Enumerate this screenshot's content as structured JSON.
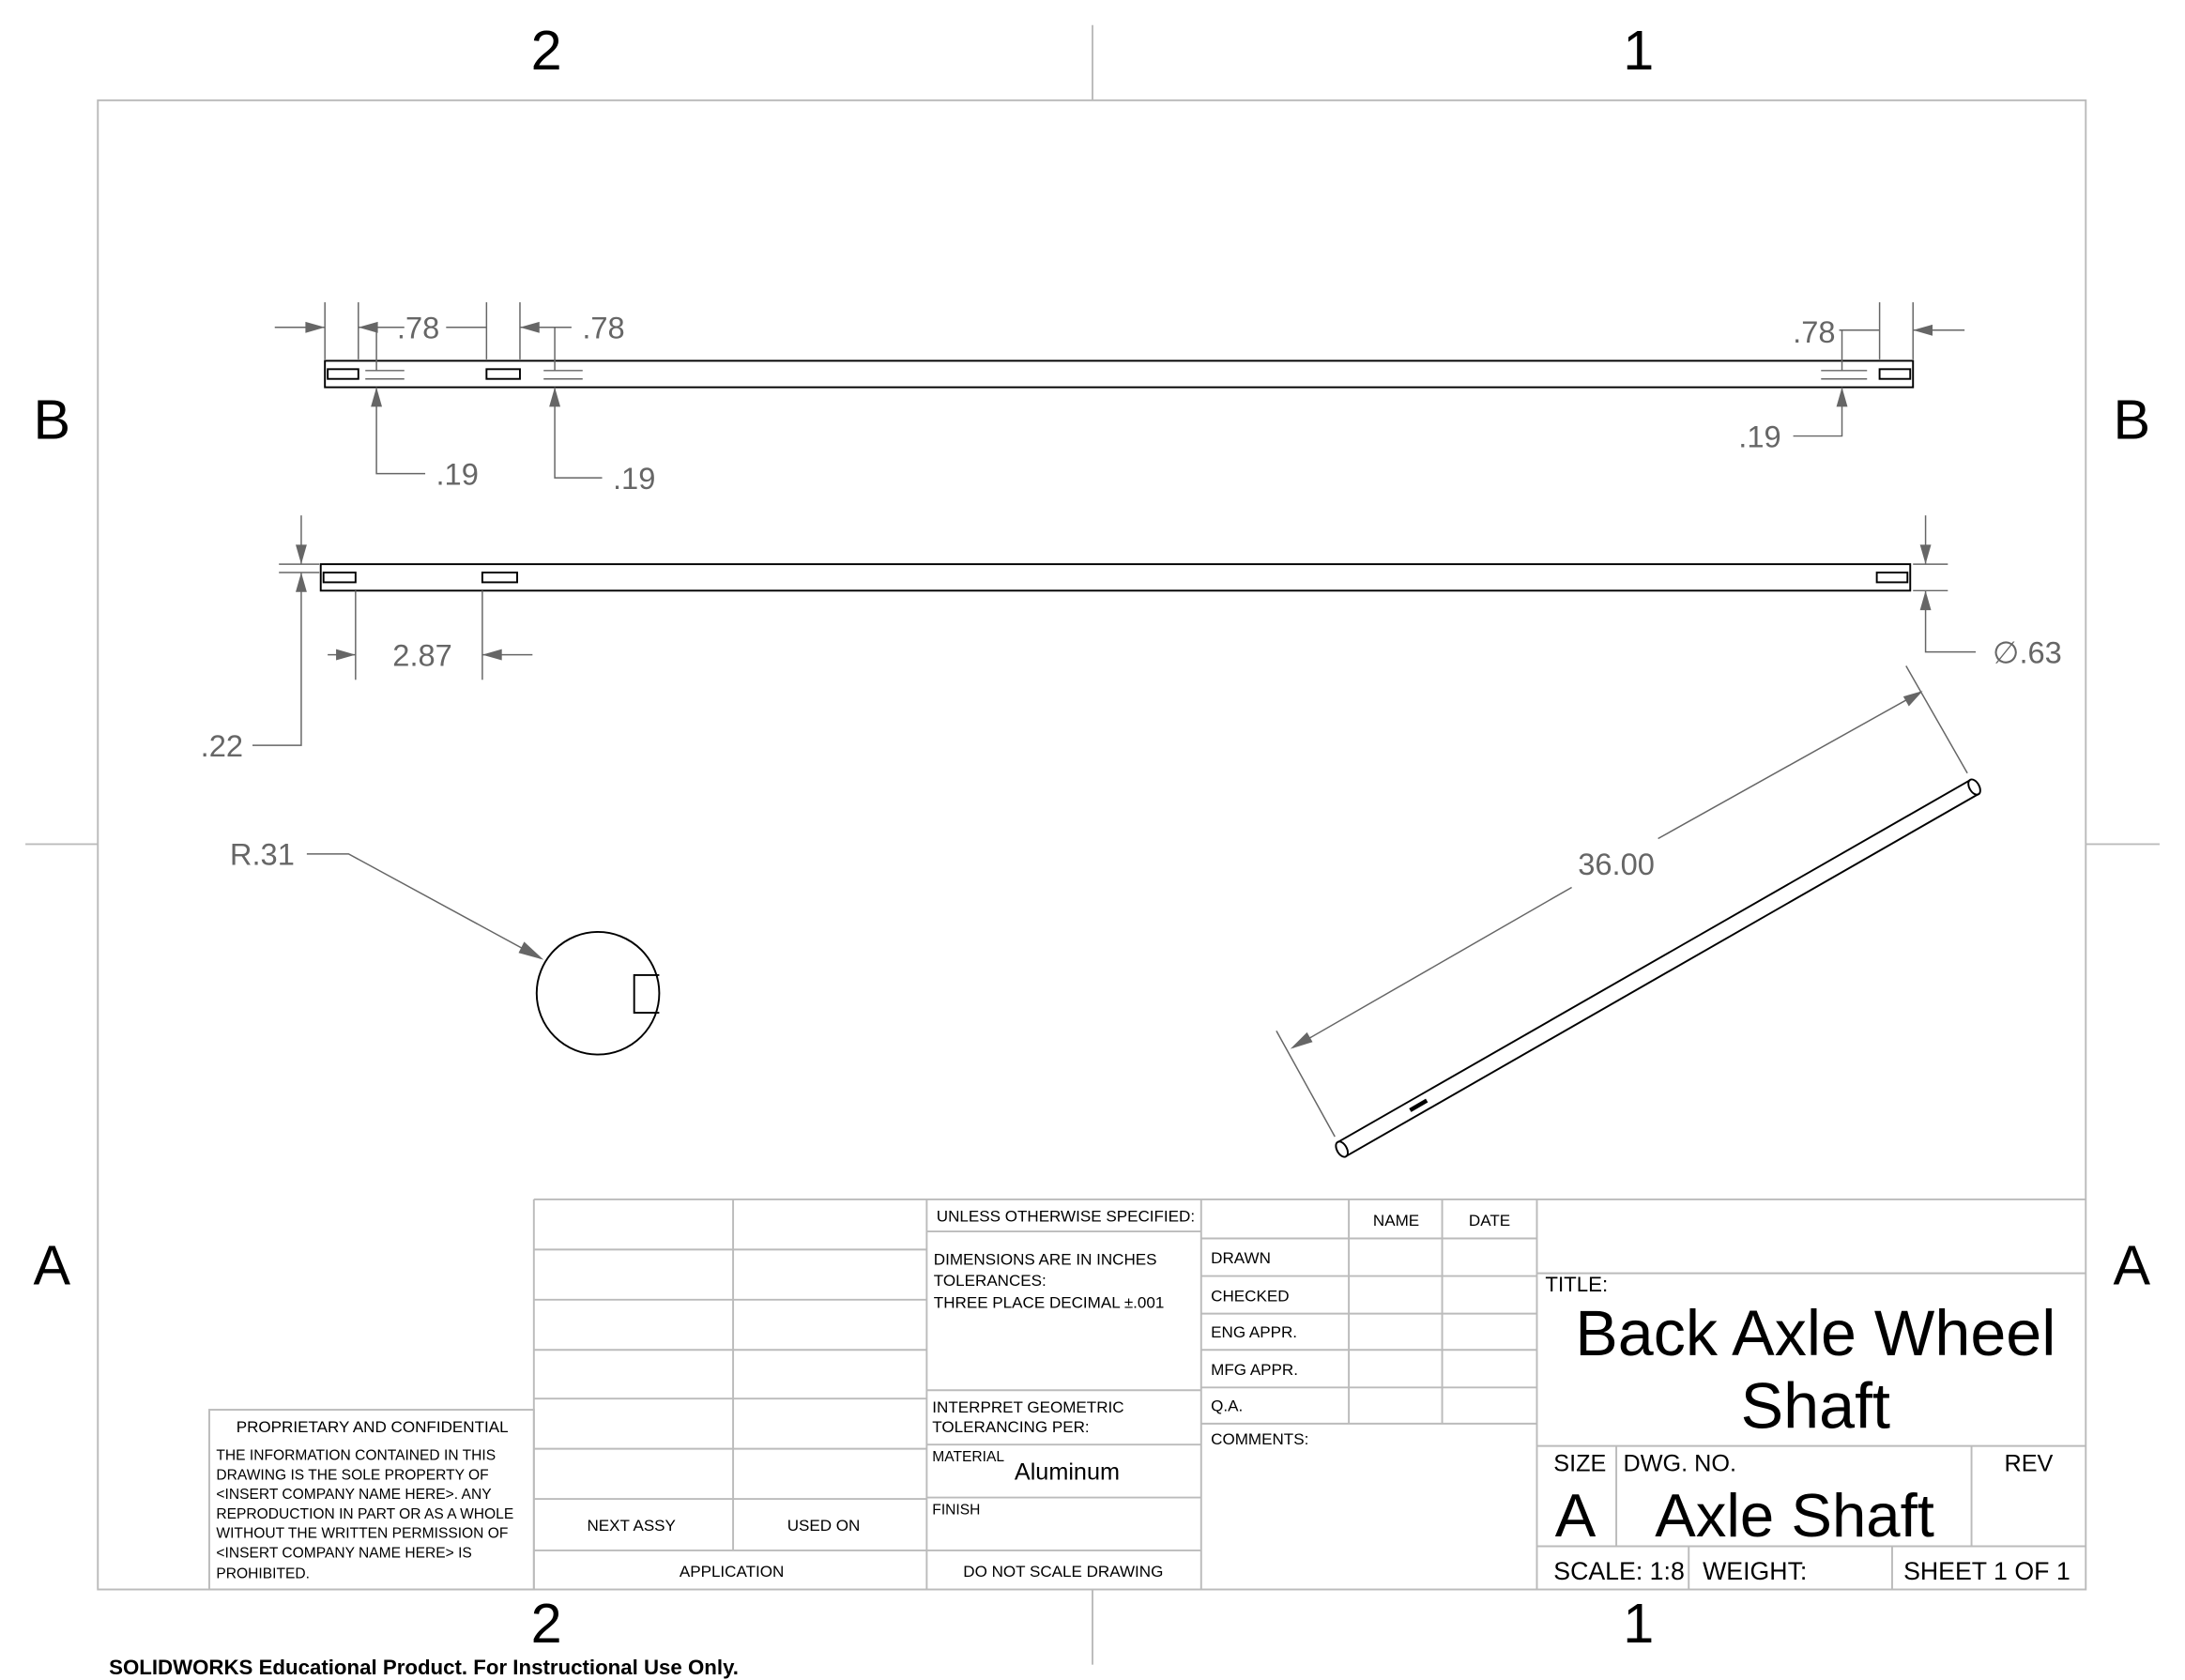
{
  "zones": {
    "top": [
      "2",
      "1"
    ],
    "bottom": [
      "2",
      "1"
    ],
    "left": [
      "B",
      "A"
    ],
    "right": [
      "B",
      "A"
    ]
  },
  "dimensions": {
    "top_view": {
      "slot1_len": ".78",
      "slot2_len": ".78",
      "slot3_len": ".78",
      "slot1_w": ".19",
      "slot2_w": ".19",
      "slot3_w": ".19"
    },
    "front_view": {
      "spacing": "2.87",
      "slot_offset": ".22",
      "diameter": "∅.63"
    },
    "end_view": {
      "radius": "R.31"
    },
    "iso_view": {
      "length": "36.00"
    }
  },
  "title_block": {
    "unless": "UNLESS OTHERWISE SPECIFIED:",
    "dims1": "DIMENSIONS ARE IN INCHES",
    "dims2": "TOLERANCES:",
    "dims3": "THREE PLACE DECIMAL  ±.001",
    "interp1": "INTERPRET GEOMETRIC",
    "interp2": "TOLERANCING PER:",
    "material_label": "MATERIAL",
    "material": "Aluminum",
    "finish_label": "FINISH",
    "no_scale": "DO NOT SCALE DRAWING",
    "next_assy": "NEXT ASSY",
    "used_on": "USED ON",
    "application": "APPLICATION",
    "name": "NAME",
    "date": "DATE",
    "drawn": "DRAWN",
    "checked": "CHECKED",
    "eng": "ENG APPR.",
    "mfg": "MFG APPR.",
    "qa": "Q.A.",
    "comments": "COMMENTS:",
    "title_label": "TITLE:",
    "title1": "Back Axle Wheel",
    "title2": "Shaft",
    "size_label": "SIZE",
    "size": "A",
    "dwg_label": "DWG.  NO.",
    "dwg_no": "Axle Shaft",
    "rev_label": "REV",
    "scale": "SCALE: 1:8",
    "weight": "WEIGHT:",
    "sheet": "SHEET 1 OF 1",
    "prop_title": "PROPRIETARY AND CONFIDENTIAL",
    "prop_lines": [
      "THE INFORMATION CONTAINED IN THIS",
      "DRAWING IS THE SOLE PROPERTY OF",
      "<INSERT COMPANY NAME HERE>.  ANY",
      "REPRODUCTION IN PART OR AS A WHOLE",
      "WITHOUT THE WRITTEN PERMISSION OF",
      "<INSERT COMPANY NAME HERE> IS",
      "PROHIBITED."
    ]
  },
  "watermark": "SOLIDWORKS Educational Product. For Instructional Use Only."
}
